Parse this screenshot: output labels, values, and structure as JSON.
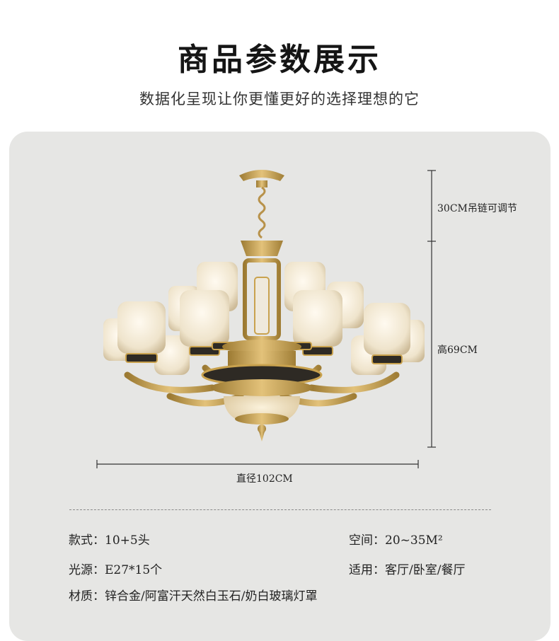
{
  "header": {
    "title": "商品参数展示",
    "subtitle": "数据化呈现让你更懂更好的选择理想的它"
  },
  "dimensions": {
    "chain": "30CM吊链可调节",
    "height": "高69CM",
    "diameter": "直径102CM"
  },
  "specs": {
    "style": "款式：10+5头",
    "space": "空间：20~35M²",
    "light_source": "光源：E27*15个",
    "usage": "适用：客厅/卧室/餐厅",
    "material": "材质：锌合金/阿富汗天然白玉石/奶白玻璃灯罩"
  },
  "colors": {
    "panel": "#e6e6e4",
    "gold": "#c9a24e",
    "shade": "#f4ecd8"
  }
}
